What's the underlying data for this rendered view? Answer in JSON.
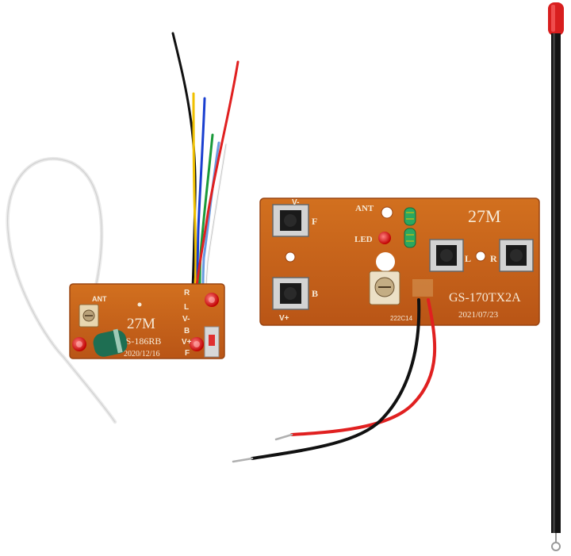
{
  "receiver_board": {
    "frequency": "27M",
    "model": "GS-186RB",
    "date": "2020/12/16",
    "ant_label": "ANT",
    "pin_labels": [
      "R",
      "L",
      "V-",
      "B",
      "V+",
      "F"
    ]
  },
  "transmitter_board": {
    "frequency": "27M",
    "model": "GS-170TX2A",
    "date": "2021/07/23",
    "batch": "222C14",
    "ant_label": "ANT",
    "led_label": "LED",
    "vminus_label": "V-",
    "vplus_label": "V+",
    "button_labels": {
      "forward": "F",
      "back": "B",
      "left": "L",
      "right": "R"
    }
  },
  "colors": {
    "pcb": "#c8621c",
    "pcb_edge": "#9a4512",
    "silk": "#f6e9d6",
    "wire_red": "#e02020",
    "wire_black": "#111111",
    "wire_yellow": "#f0c000",
    "wire_blue": "#1a3fd0",
    "wire_green": "#1a9a3a",
    "wire_white": "#f4f4f4",
    "antenna_tip": "#d81e1e"
  }
}
